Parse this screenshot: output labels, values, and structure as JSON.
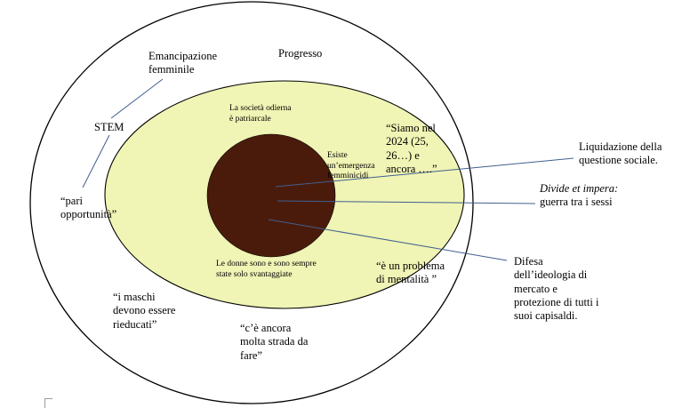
{
  "colors": {
    "outer_fill": "#ffffff",
    "middle_fill": "#f0f4b4",
    "inner_fill": "#4a1b0b",
    "stroke": "#000000",
    "connector": "#3f5f8f",
    "text": "#000000"
  },
  "outer_ring": {
    "emancipazione": [
      "Emancipazione",
      "femminile"
    ],
    "progresso": "Progresso",
    "stem": "STEM",
    "pari_opportunita": [
      "“pari",
      "opportunità”"
    ],
    "siamo_nel_2024": [
      "“Siamo nel",
      "2024 (25,",
      "26…) e",
      "ancora ….”"
    ],
    "problema_mentalita": [
      "“è un problema",
      "di mentalità ”"
    ],
    "maschi_rieducati": [
      "“i maschi",
      "devono essere",
      "rieducati”"
    ],
    "strada_da_fare": [
      "“c’è ancora",
      "molta strada da",
      "fare”"
    ]
  },
  "middle_ring": {
    "societa_patriarcale": [
      "La società odierna",
      "è patriarcale"
    ],
    "emergenza_femminicidi": [
      "Esiste",
      "un’emergenza",
      "femminicidi"
    ],
    "donne_svantaggiate": [
      "Le donne sono e sono sempre",
      "state solo svantaggiate"
    ]
  },
  "outside": {
    "liquidazione": [
      "Liquidazione della",
      "questione sociale."
    ],
    "divide_et_impera": "Divide et impera:",
    "guerra_tra_sessi": "guerra tra i sessi",
    "difesa_ideologia": [
      "Difesa",
      "dell’ideologia di",
      "mercato e",
      "protezione di tutti i",
      "suoi capisaldi."
    ]
  }
}
